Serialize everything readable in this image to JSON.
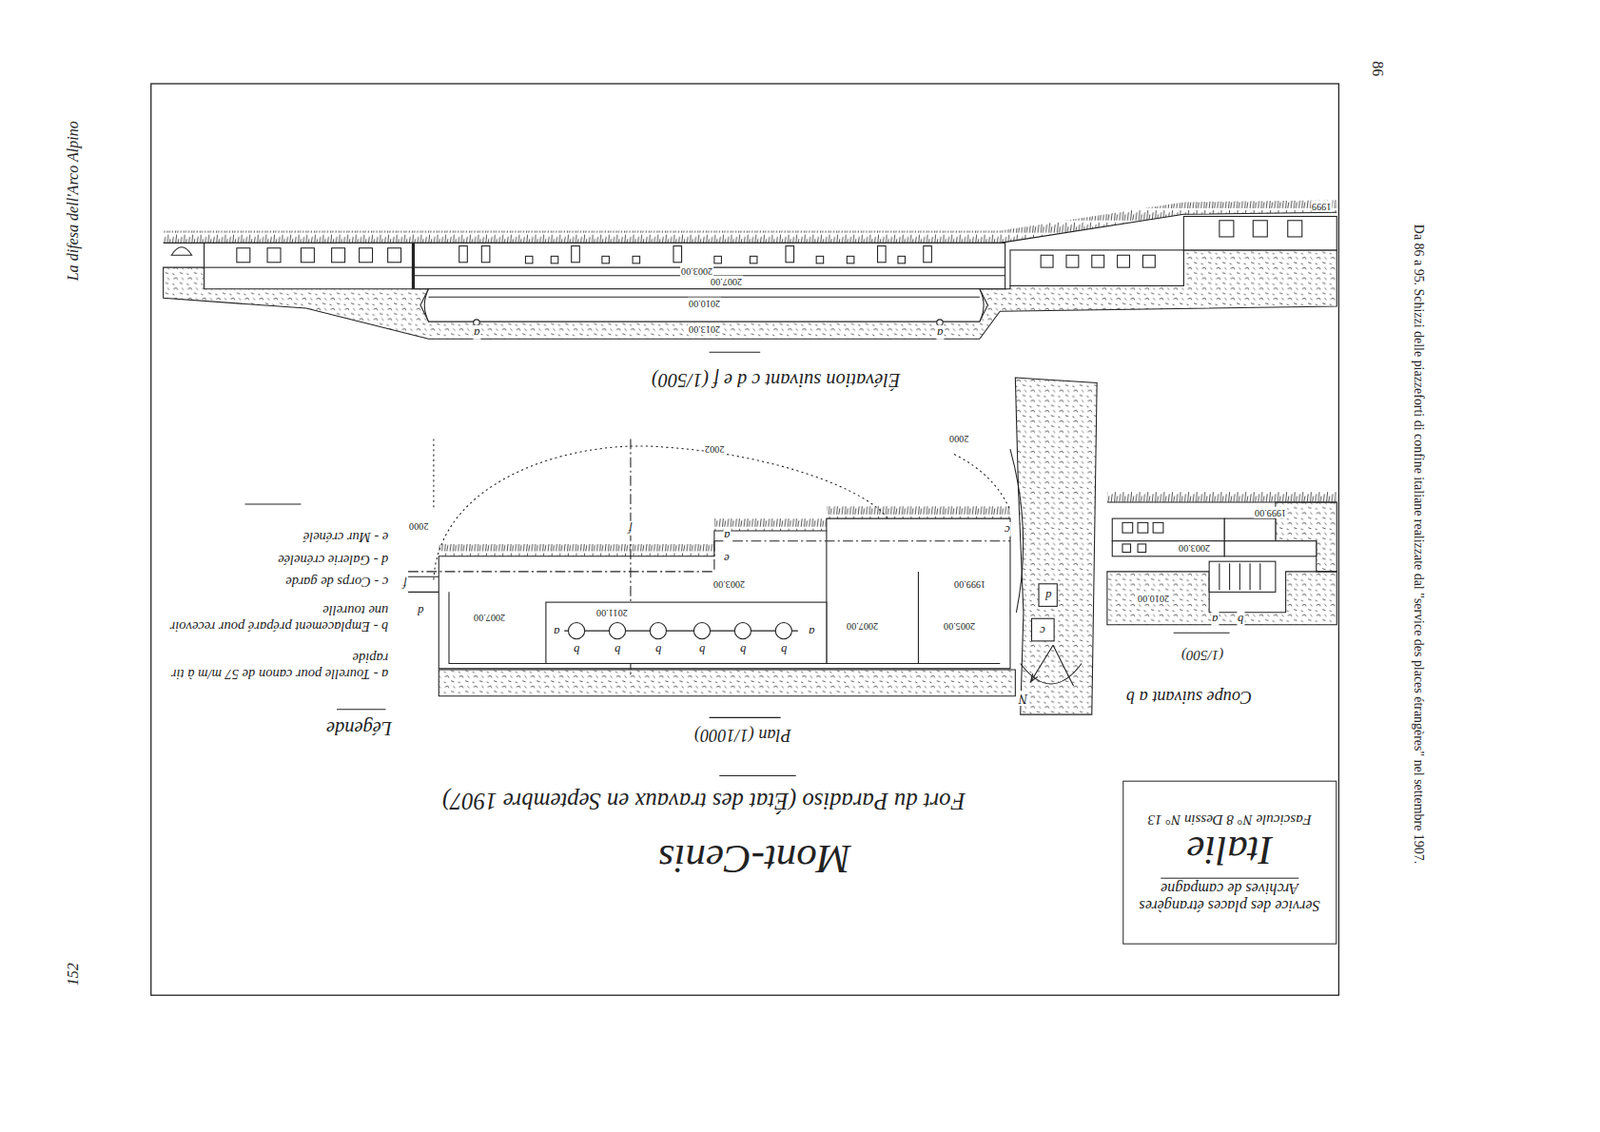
{
  "diagram": {
    "title": "Mont-Cenis",
    "caption": "Da 86 a 95. Schizzi delle piazzeforti di confine italiane realizzate dal \"service des places étrangères\" nel settembre 1907.",
    "nodes": [
      {
        "text": [
          "Service des places étrangères",
          "Archives de campagne",
          "Italie",
          "Fascicule N° 8 Dessin N° 13"
        ]
      }
    ],
    "labels": [
      "La difesa dell'Arco Alpino",
      "152",
      "86",
      "Fort du Paradiso (État des travaux en Septembre 1907)",
      "Plan (1/1000)",
      "Élévation suivant c d e f (1/500)",
      "Coupe suivant a b",
      "(1/500)",
      "Légende",
      "2003.00",
      "2007.00",
      "2010.00",
      "2013.00",
      "1999",
      "a",
      "a",
      "2002",
      "2000",
      "2000",
      "1999.00",
      "2003.00",
      "2007.00",
      "2011.00",
      "2007.00",
      "2005.00",
      "c",
      "e",
      "a",
      "f",
      "f",
      "d",
      "a",
      "a",
      "b",
      "b",
      "b",
      "b",
      "b",
      "b",
      "c",
      "d",
      "N",
      "1999.00",
      "2003.00",
      "2010.00",
      "a",
      "b"
    ],
    "legend": [
      {
        "text": "a - Tourelle pour canon de 57 m/m à tir rapide"
      },
      {
        "text": "b - Emplacement préparé pour recevoir une tourelle"
      },
      {
        "text": "c - Corps de garde"
      },
      {
        "text": "d - Galerie crénelée"
      },
      {
        "text": "e - Mur crénelé"
      }
    ]
  }
}
